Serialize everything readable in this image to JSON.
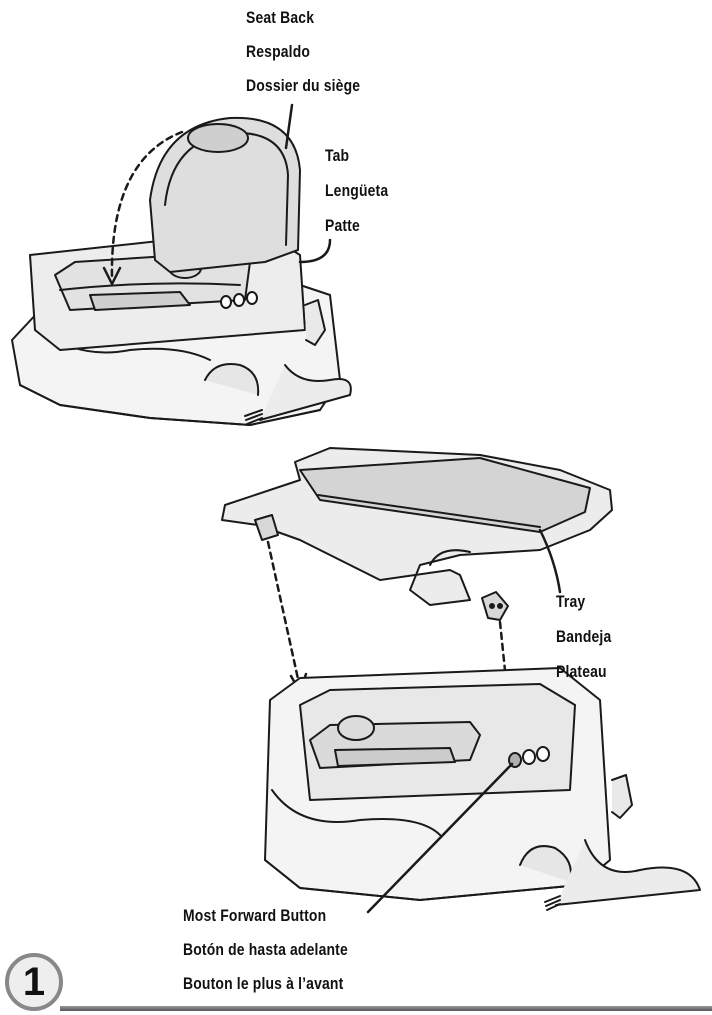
{
  "labels": {
    "seat_back": {
      "en": "Seat Back",
      "es": "Respaldo",
      "fr": "Dossier du siège"
    },
    "tab": {
      "en": "Tab",
      "es": "Lengüeta",
      "fr": "Patte"
    },
    "tray": {
      "en": "Tray",
      "es": "Bandeja",
      "fr": "Plateau"
    },
    "button": {
      "en": "Most Forward Button",
      "es": "Botón de hasta adelante",
      "fr": "Bouton le plus à l’avant"
    }
  },
  "step": {
    "number": "1"
  },
  "colors": {
    "line": "#1a1a1a",
    "fill_light": "#f2f2f2",
    "fill_mid": "#d9d9d9",
    "fill_dark": "#b8b8b8"
  }
}
